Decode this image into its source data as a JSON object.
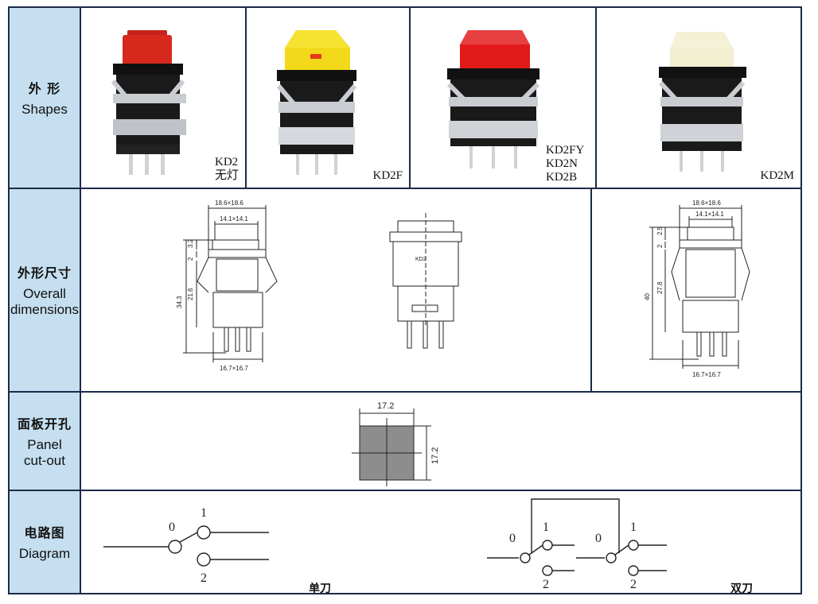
{
  "rows": {
    "shapes": {
      "label_cn": "外 形",
      "label_en": "Shapes"
    },
    "dimensions": {
      "label_cn": "外形尺寸",
      "label_en_1": "Overall",
      "label_en_2": "dimensions"
    },
    "panel": {
      "label_cn": "面板开孔",
      "label_en_1": "Panel",
      "label_en_2": "cut-out"
    },
    "diagram": {
      "label_cn": "电路图",
      "label_en": "Diagram"
    }
  },
  "products": [
    {
      "caption_lines": [
        "KD2",
        "无灯"
      ],
      "cap_color": "#d8291f"
    },
    {
      "caption_lines": [
        "KD2F"
      ],
      "cap_color": "#f2d91a"
    },
    {
      "caption_lines": [
        "KD2FY",
        "KD2N",
        "KD2B"
      ],
      "cap_color": "#e21a1a"
    },
    {
      "caption_lines": [
        "KD2M"
      ],
      "cap_color": "#f1efcf"
    }
  ],
  "dims_left": {
    "outer": "18.6×18.6",
    "inner": "14.1×14.1",
    "v1": "3.2",
    "v2": "2",
    "v3": "21.6",
    "total": "34.3",
    "bottom": "16.7×16.7",
    "front_mark": "KD2"
  },
  "dims_right": {
    "outer": "18.6×18.6",
    "inner": "14.1×14.1",
    "v1": "2.5",
    "v2": "2",
    "v3": "27.8",
    "total": "40",
    "bottom": "16.7×16.7"
  },
  "cutout": {
    "width": "17.2",
    "height": "17.2"
  },
  "diagram": {
    "single": {
      "caption": "单刀",
      "pos0": "0",
      "pos1": "1",
      "pos2": "2"
    },
    "double": {
      "caption": "双刀",
      "pos0": "0",
      "pos1": "1",
      "pos2": "2"
    }
  }
}
